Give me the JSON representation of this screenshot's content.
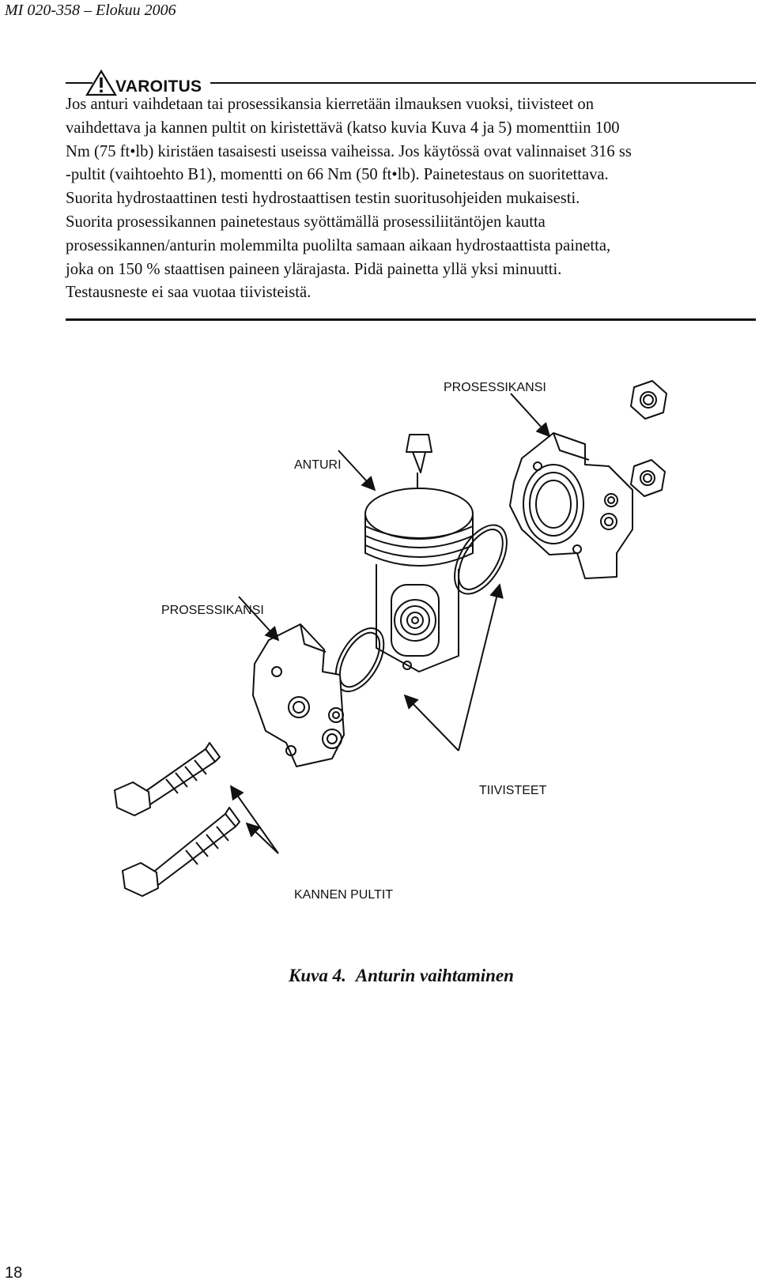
{
  "header": {
    "doc_ref": "MI 020-358 – Elokuu 2006"
  },
  "warning": {
    "title": "VAROITUS",
    "lines": [
      "Jos anturi vaihdetaan tai prosessikansia kierretään ilmauksen vuoksi, tiivisteet on",
      "vaihdettava ja kannen pultit on kiristettävä (katso kuvia Kuva 4 ja 5) momenttiin 100",
      "Nm (75 ft•lb) kiristäen tasaisesti useissa vaiheissa. Jos käytössä ovat valinnaiset 316 ss",
      "-pultit (vaihtoehto B1), momentti on 66 Nm (50 ft•lb). Painetestaus on suoritettava.",
      "Suorita hydrostaattinen testi hydrostaattisen testin suoritusohjeiden mukaisesti.",
      "Suorita prosessikannen painetestaus syöttämällä prosessiliitäntöjen kautta",
      "prosessikannen/anturin molemmilta puolilta samaan aikaan hydrostaattista painetta,",
      "joka on 150 % staattisen paineen ylärajasta. Pidä painetta yllä yksi minuutti.",
      "Testausneste ei saa vuotaa tiivisteistä."
    ]
  },
  "figure": {
    "labels": {
      "process_cover_top": "PROSESSIKANSI",
      "sensor": "ANTURI",
      "process_cover_left": "PROSESSIKANSI",
      "gaskets": "TIIVISTEET",
      "cover_bolts": "KANNEN PULTIT"
    },
    "caption_number": "Kuva 4.",
    "caption_title": "Anturin vaihtaminen"
  },
  "footer": {
    "page_number": "18"
  },
  "colors": {
    "ink": "#111111",
    "paper": "#ffffff"
  }
}
